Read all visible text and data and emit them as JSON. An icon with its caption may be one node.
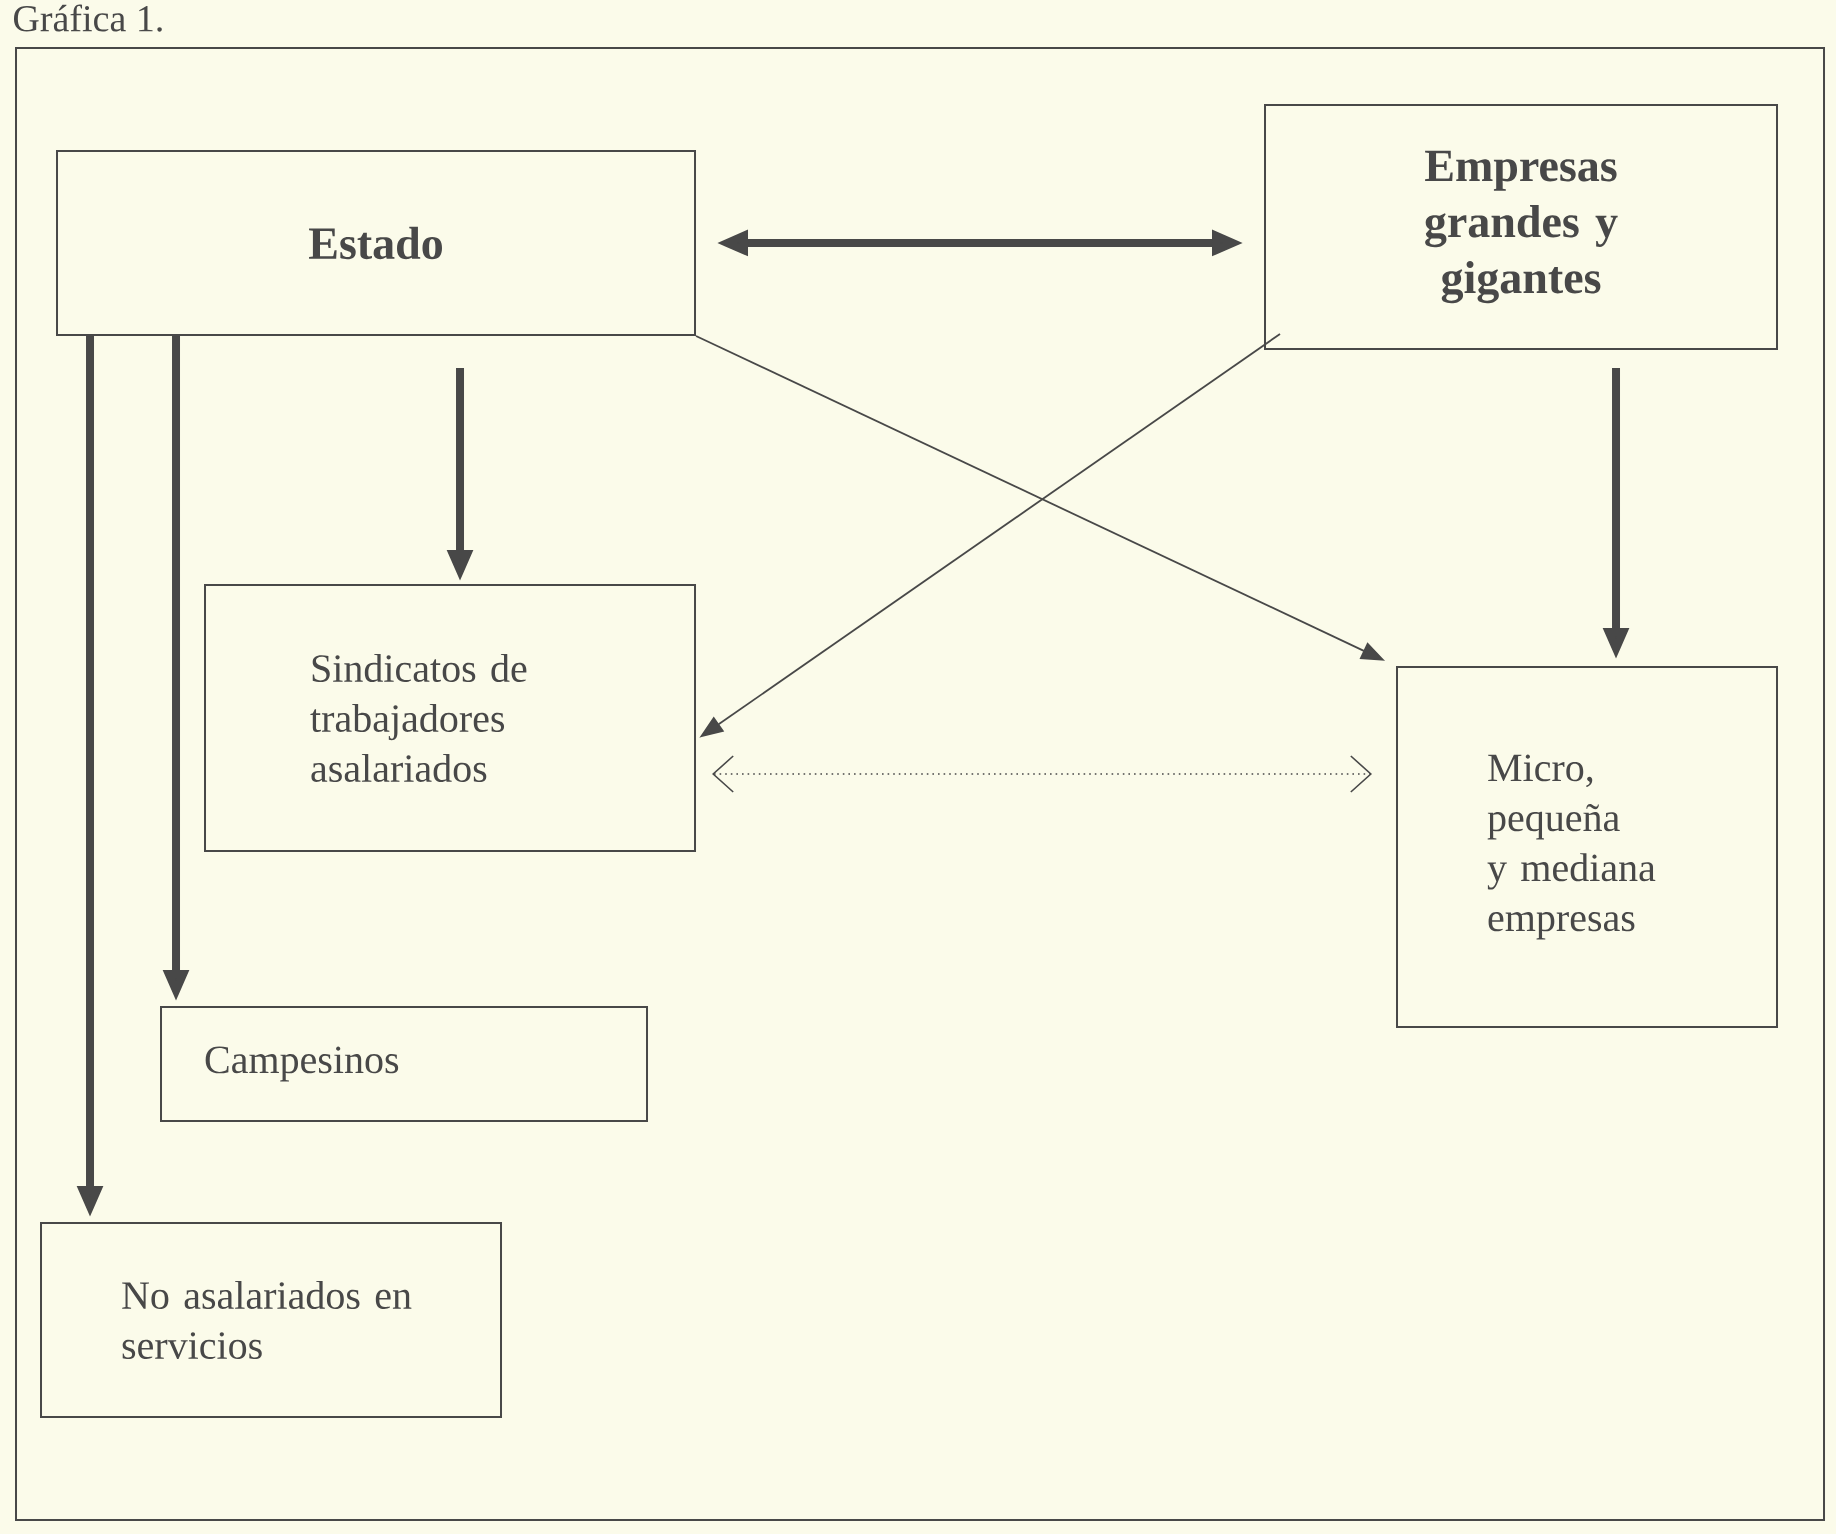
{
  "diagram": {
    "title": "Gráfica 1.",
    "nodes": [
      {
        "text": [
          "Estado"
        ]
      },
      {
        "text": [
          "Empresas grandes y gigantes"
        ]
      },
      {
        "text": [
          "Sindicatos de trabajadores asalariados"
        ]
      },
      {
        "text": [
          "Micro, pequeña y mediana empresas"
        ]
      },
      {
        "text": [
          "Campesinos"
        ]
      },
      {
        "text": [
          "No asalariados en servicios"
        ]
      }
    ],
    "edges": [
      {
        "from": 0,
        "to": 1,
        "arrow": "both"
      },
      {
        "from": 0,
        "to": 2,
        "arrow": "to"
      },
      {
        "from": 0,
        "to": 4,
        "arrow": "to"
      },
      {
        "from": 0,
        "to": 5,
        "arrow": "to"
      },
      {
        "from": 1,
        "to": 3,
        "arrow": "to"
      },
      {
        "from": 0,
        "to": 3,
        "arrow": "to"
      },
      {
        "from": 1,
        "to": 2,
        "arrow": "to"
      },
      {
        "from": 2,
        "to": 3,
        "arrow": "both",
        "style": "dashed"
      }
    ]
  }
}
